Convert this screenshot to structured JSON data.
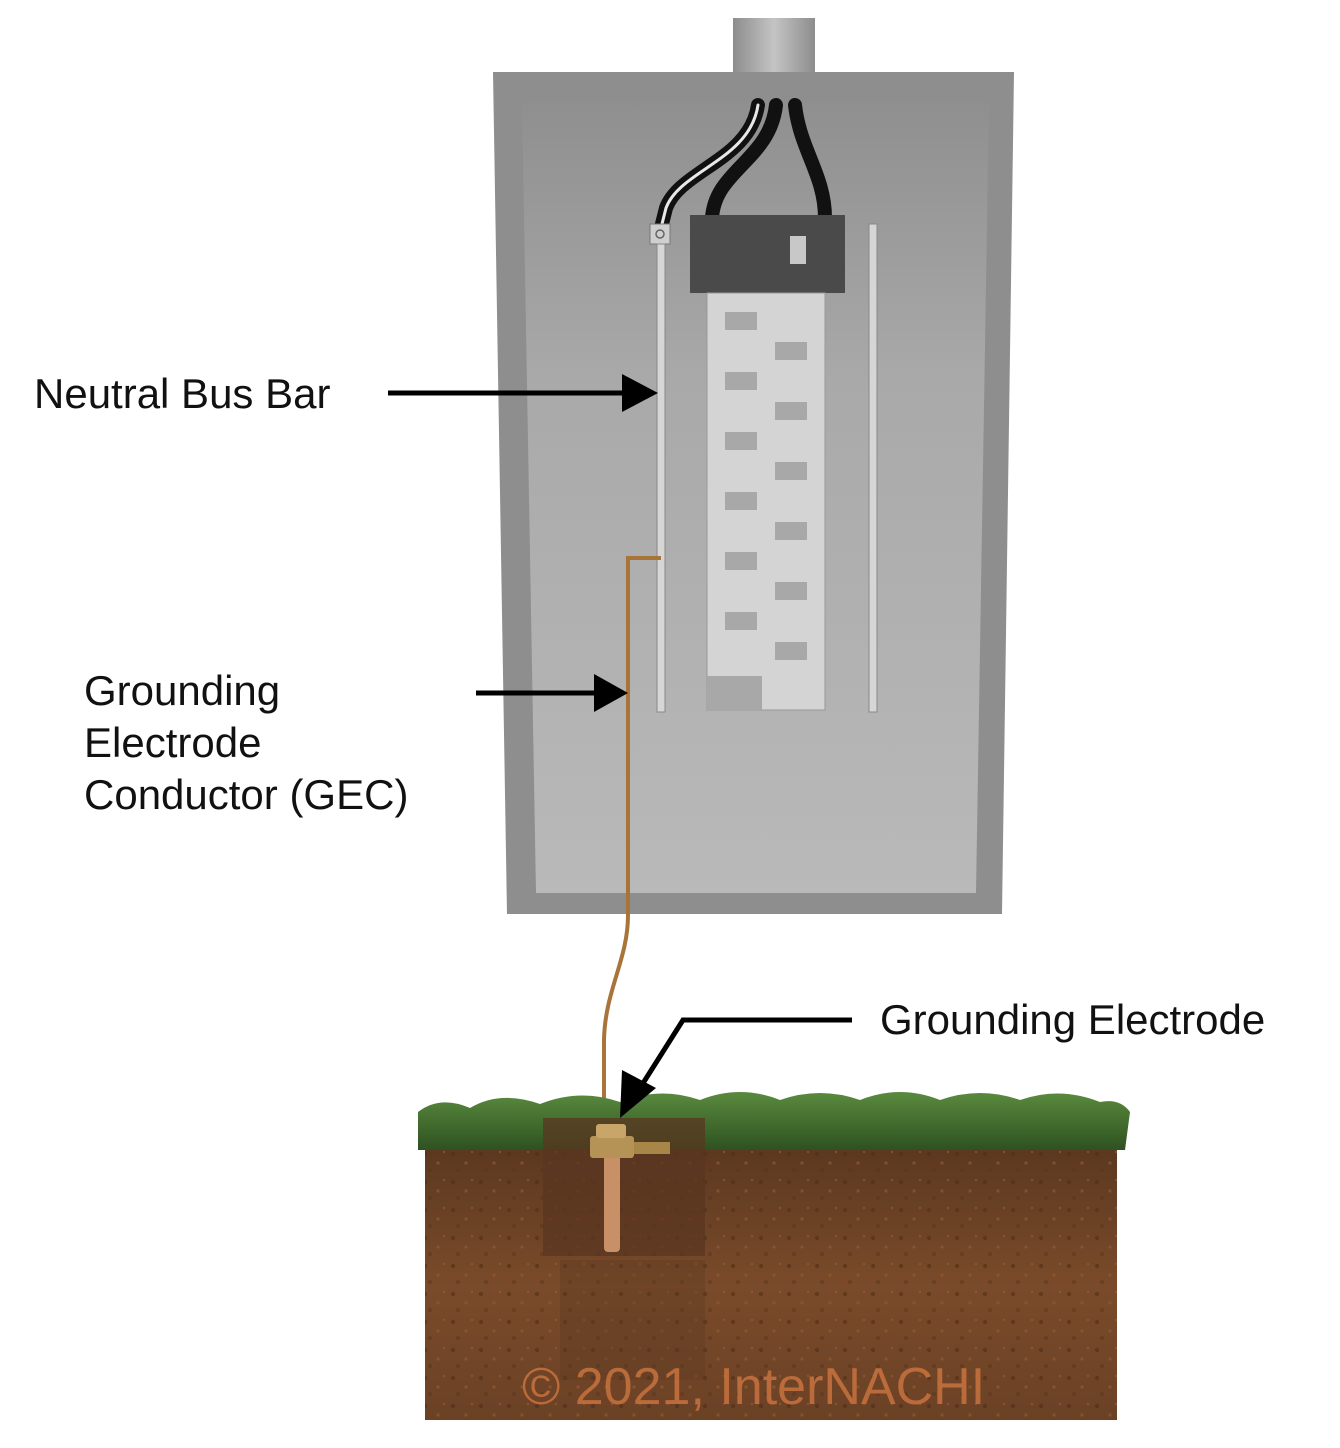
{
  "labels": {
    "neutral_bus_bar": "Neutral Bus Bar",
    "gec_line1": "Grounding",
    "gec_line2": "Electrode",
    "gec_line3": "Conductor (GEC)",
    "grounding_electrode": "Grounding Electrode"
  },
  "watermark": "© 2021, InterNACHI",
  "colors": {
    "panel_frame": "#8e8e8e",
    "panel_inner": "#b8b8b8",
    "breaker_block": "#4a4a4a",
    "bus_bar": "#d6d6d6",
    "copper_wire": "#a8743a",
    "grass": "#3f6b2c",
    "soil": "#6e4326",
    "conduit": "#a9a9a9"
  },
  "icons": [
    "arrow-right-icon",
    "arrow-right-icon",
    "arrow-down-left-icon"
  ]
}
